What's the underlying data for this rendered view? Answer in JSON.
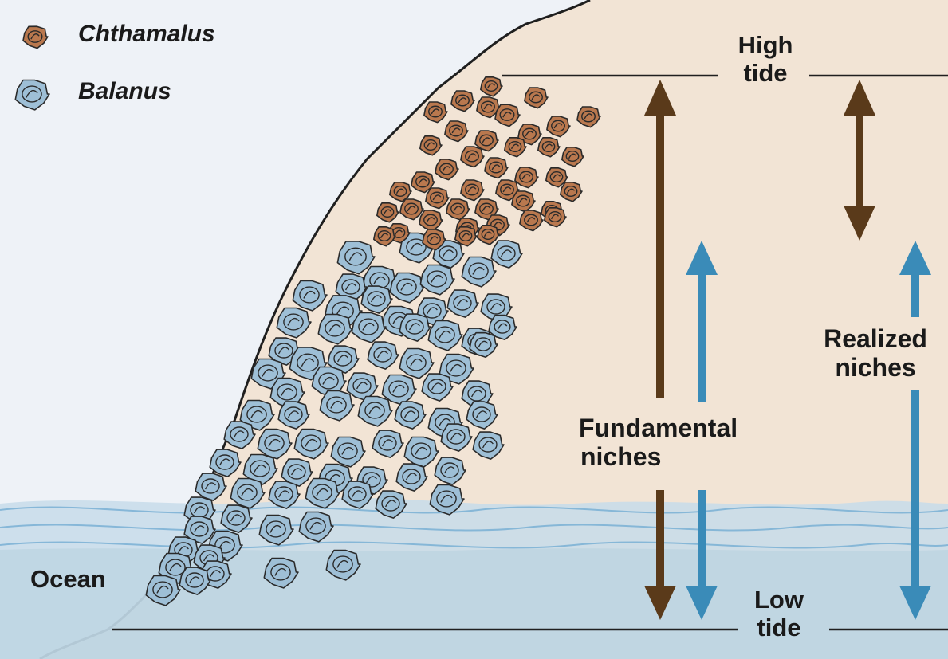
{
  "legend": {
    "items": [
      {
        "label": "Chthamalus",
        "icon": "brown-barnacle-icon",
        "color": "#b9784e"
      },
      {
        "label": "Balanus",
        "icon": "blue-barnacle-icon",
        "color": "#9ebfd6"
      }
    ]
  },
  "labels": {
    "high_tide": [
      "High",
      "tide"
    ],
    "low_tide": [
      "Low",
      "tide"
    ],
    "fundamental": [
      "Fundamental",
      "niches"
    ],
    "realized": [
      "Realized",
      "niches"
    ],
    "ocean": "Ocean"
  },
  "colors": {
    "rock": "#f2e4d5",
    "sky": "#eef2f7",
    "ocean": "#c7dcea",
    "ocean_deep": "#b7cfdf",
    "brown_arrow": "#5a3a1a",
    "blue_arrow": "#3a8bb8",
    "chthamalus": "#b9784e",
    "balanus": "#9ebfd6"
  }
}
